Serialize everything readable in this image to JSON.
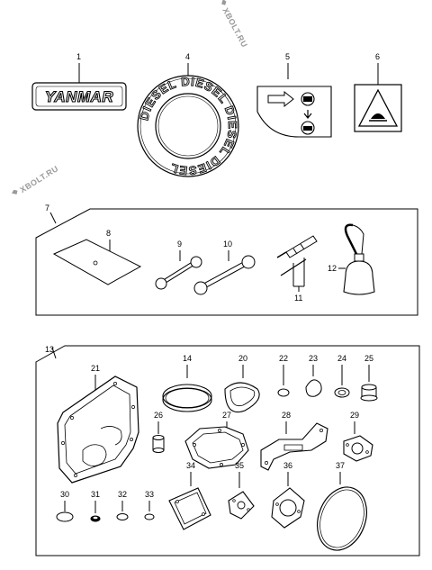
{
  "watermarks": {
    "text": "XBOLT.RU"
  },
  "brand_label": {
    "text": "YANMAR"
  },
  "ring_decal": {
    "text": "DIESEL",
    "repeat": 4
  },
  "groups": {
    "tools_kit": "7",
    "gasket_kit": "13"
  },
  "callouts": {
    "p1": "1",
    "p4": "4",
    "p5": "5",
    "p6": "6",
    "p8": "8",
    "p9": "9",
    "p10": "10",
    "p11": "11",
    "p12": "12",
    "p14": "14",
    "p20": "20",
    "p21": "21",
    "p22": "22",
    "p23": "23",
    "p24": "24",
    "p25": "25",
    "p26": "26",
    "p27": "27",
    "p28": "28",
    "p29": "29",
    "p30": "30",
    "p31": "31",
    "p32": "32",
    "p33": "33",
    "p34": "34",
    "p35": "35",
    "p36": "36",
    "p37": "37"
  }
}
